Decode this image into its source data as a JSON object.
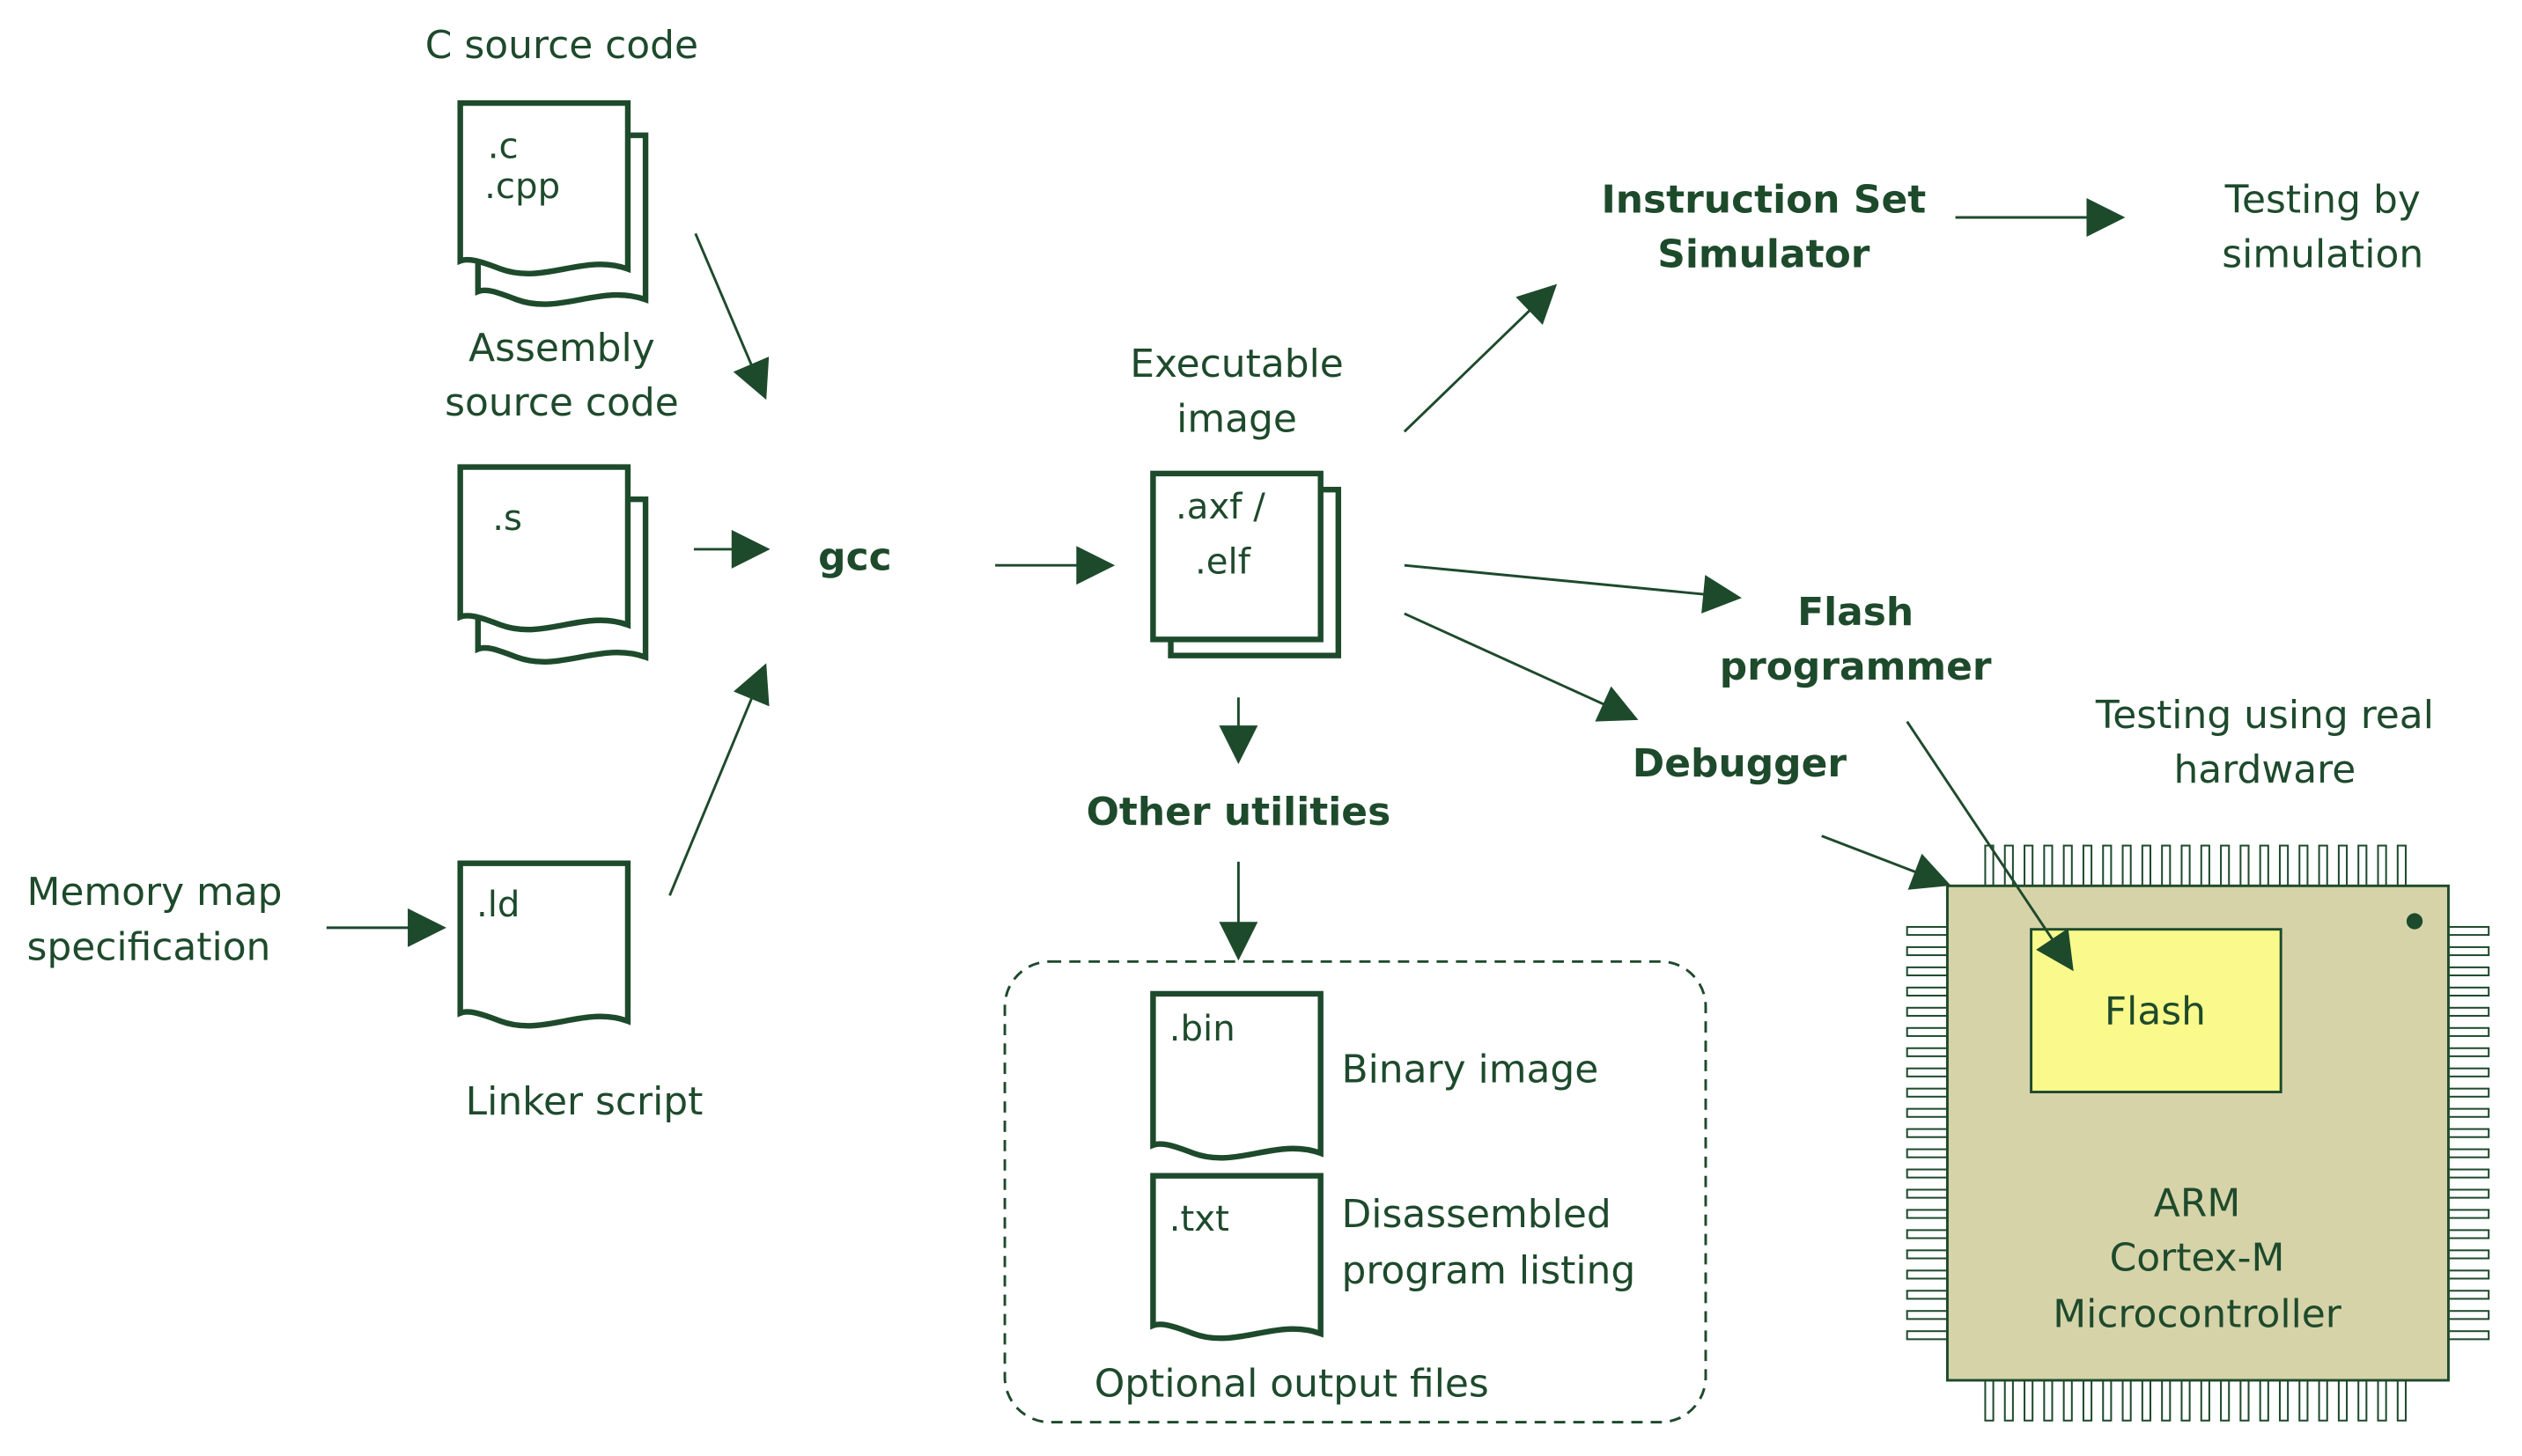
{
  "labels": {
    "c_source": "C source code",
    "asm_source_1": "Assembly",
    "asm_source_2": "source code",
    "memory_map_1": "Memory map",
    "memory_map_2": "specification",
    "linker_script": "Linker script",
    "gcc": "gcc",
    "executable_1": "Executable",
    "executable_2": "image",
    "other_utilities": "Other utilities",
    "iss_1": "Instruction Set",
    "iss_2": "Simulator",
    "testing_sim_1": "Testing by",
    "testing_sim_2": "simulation",
    "flash_prog_1": "Flash",
    "flash_prog_2": "programmer",
    "debugger": "Debugger",
    "testing_hw_1": "Testing using real",
    "testing_hw_2": "hardware",
    "binary_image": "Binary image",
    "disasm_1": "Disassembled",
    "disasm_2": "program listing",
    "optional_output": "Optional output files"
  },
  "files": {
    "c": ".c",
    "cpp": ".cpp",
    "s": ".s",
    "ld": ".ld",
    "axf": ".axf /",
    "elf": ".elf",
    "bin": ".bin",
    "txt": ".txt"
  },
  "chip": {
    "flash": "Flash",
    "line1": "ARM",
    "line2": "Cortex-M",
    "line3": "Microcontroller",
    "body_color": "#d6d3a9",
    "flash_color": "#fafa8c"
  },
  "colors": {
    "ink": "#1e4a2c"
  }
}
